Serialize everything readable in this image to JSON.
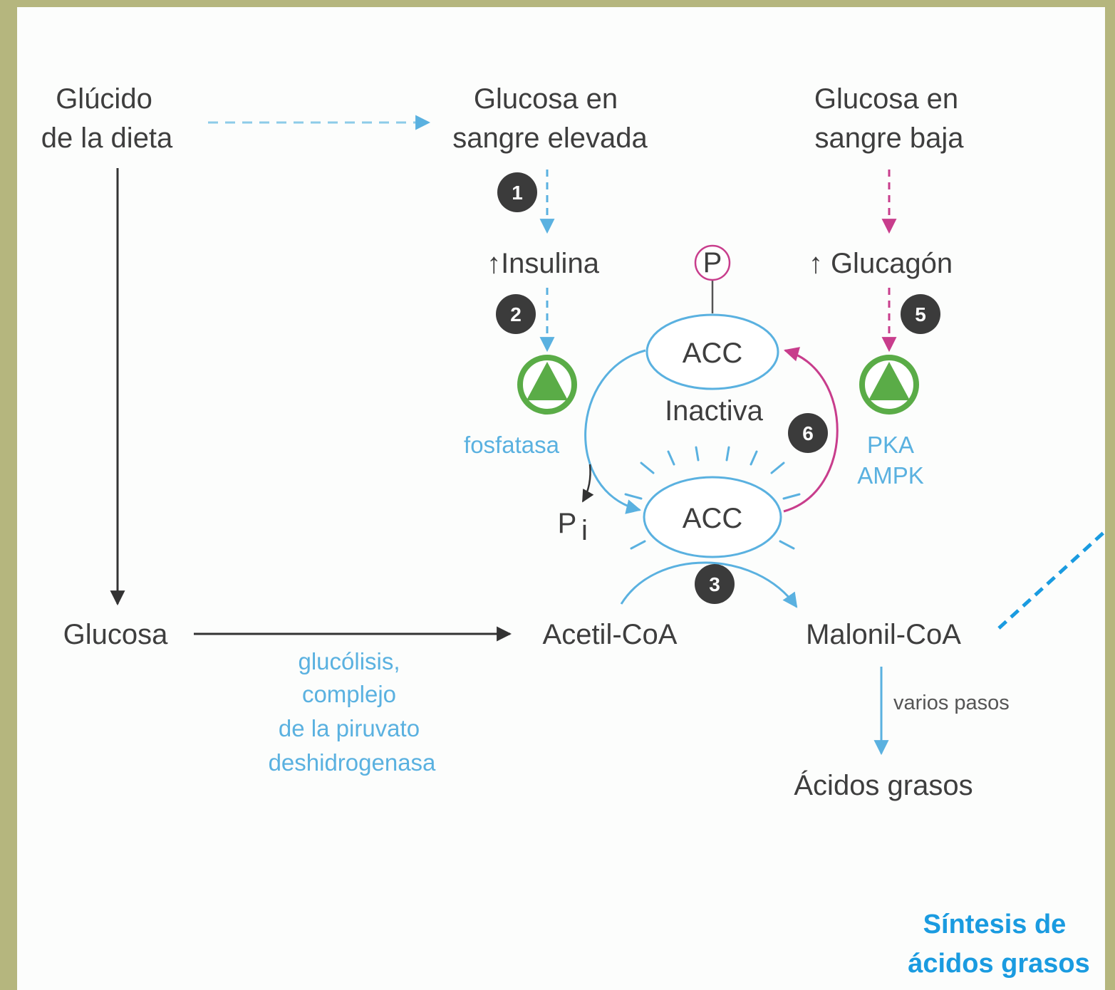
{
  "nodes": {
    "glucido_line1": "Glúcido",
    "glucido_line2": "de la dieta",
    "glucosa_elevada_line1": "Glucosa en",
    "glucosa_elevada_line2": "sangre elevada",
    "glucosa_baja_line1": "Glucosa en",
    "glucosa_baja_line2": "sangre baja",
    "insulina": "↑Insulina",
    "glucagon": "↑ Glucagón",
    "acc_inactive": "ACC",
    "inactiva": "Inactiva",
    "acc_active": "ACC",
    "phosphate_group": "P",
    "pi": "P",
    "pi_subscript": "i",
    "glucosa": "Glucosa",
    "acetil_coa": "Acetil-CoA",
    "malonil_coa": "Malonil-CoA",
    "acidos_grasos": "Ácidos grasos"
  },
  "enzyme_labels": {
    "fosfatasa": "fosfatasa",
    "pka": "PKA",
    "ampk": "AMPK",
    "glycolysis_line1": "glucólisis,",
    "glycolysis_line2": "complejo",
    "glycolysis_line3": "de la piruvato",
    "glycolysis_line4": "deshidrogenasa",
    "varios_pasos": "varios pasos"
  },
  "step_badges": [
    "1",
    "2",
    "3",
    "5",
    "6"
  ],
  "title": {
    "line1": "Síntesis de",
    "line2": "ácidos grasos"
  },
  "colors": {
    "background_border": "#b5b67e",
    "text": "#3e3e3e",
    "blue": "#5ab1e0",
    "magenta": "#c83d8c",
    "green": "#5aac47",
    "badge": "#3b3b3b",
    "title_blue": "#1a9be0"
  }
}
